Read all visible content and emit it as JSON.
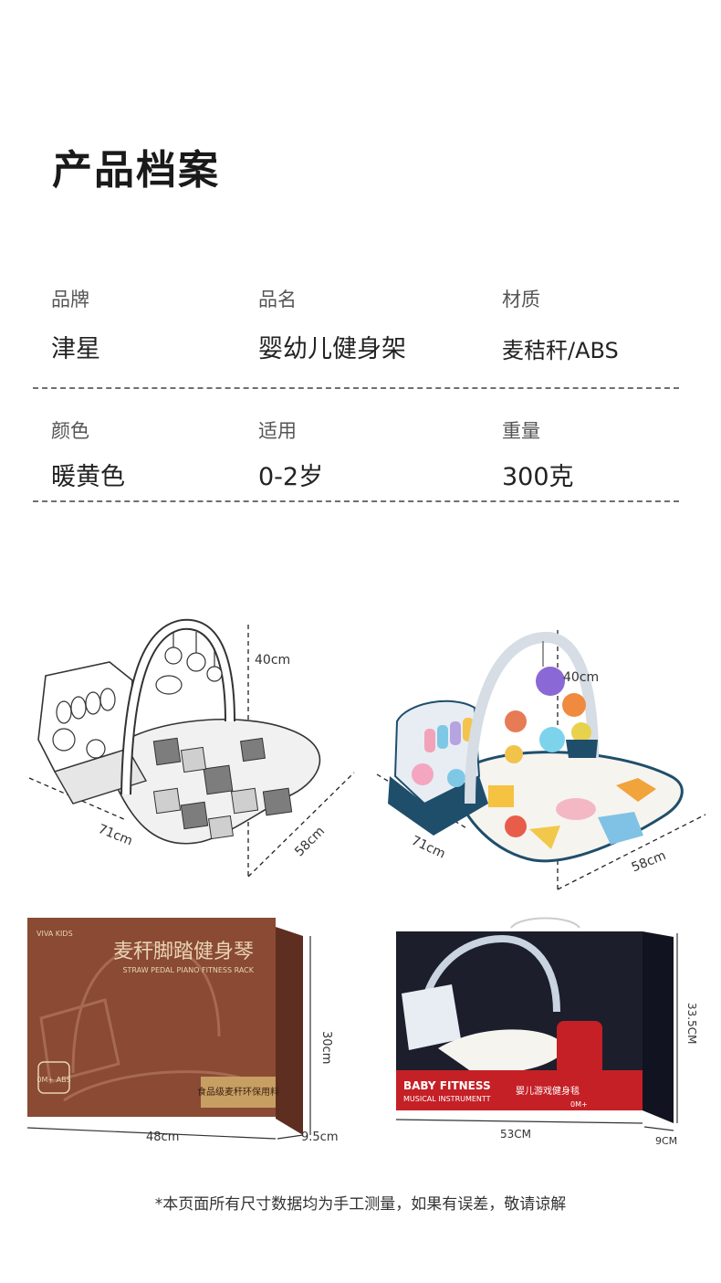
{
  "page_title": "产品档案",
  "specs": [
    {
      "label": "品牌",
      "value": "津星"
    },
    {
      "label": "品名",
      "value": "婴幼儿健身架"
    },
    {
      "label": "材质",
      "value": "麦秸秆/ABS"
    },
    {
      "label": "颜色",
      "value": "暖黄色"
    },
    {
      "label": "适用",
      "value": "0-2岁"
    },
    {
      "label": "重量",
      "value": "300克"
    }
  ],
  "product_dims": {
    "height": "40cm",
    "length": "71cm",
    "width": "58cm"
  },
  "box_brown": {
    "brand": "VIVA KIDS",
    "title": "麦秆脚踏健身琴",
    "subtitle": "STRAW PEDAL PIANO FITNESS RACK",
    "badge": "0M+ ABS",
    "footer": "食品级麦秆环保用料",
    "width": "48cm",
    "depth": "9.5cm",
    "height": "30cm"
  },
  "box_color": {
    "label_en_1": "BABY FITNESS",
    "label_en_2": "MUSICAL INSTRUMENTT",
    "label_cn": "婴儿游戏健身毯",
    "age": "0M+",
    "width": "53CM",
    "depth": "9CM",
    "height": "33.5CM"
  },
  "footnote": "*本页面所有尺寸数据均为手工测量，如果有误差，敬请谅解",
  "colors": {
    "accent_brown": "#8a4a34",
    "box_dark": "#1c1e2c",
    "box_red": "#c42026",
    "mat_navy": "#1f4e6b"
  }
}
